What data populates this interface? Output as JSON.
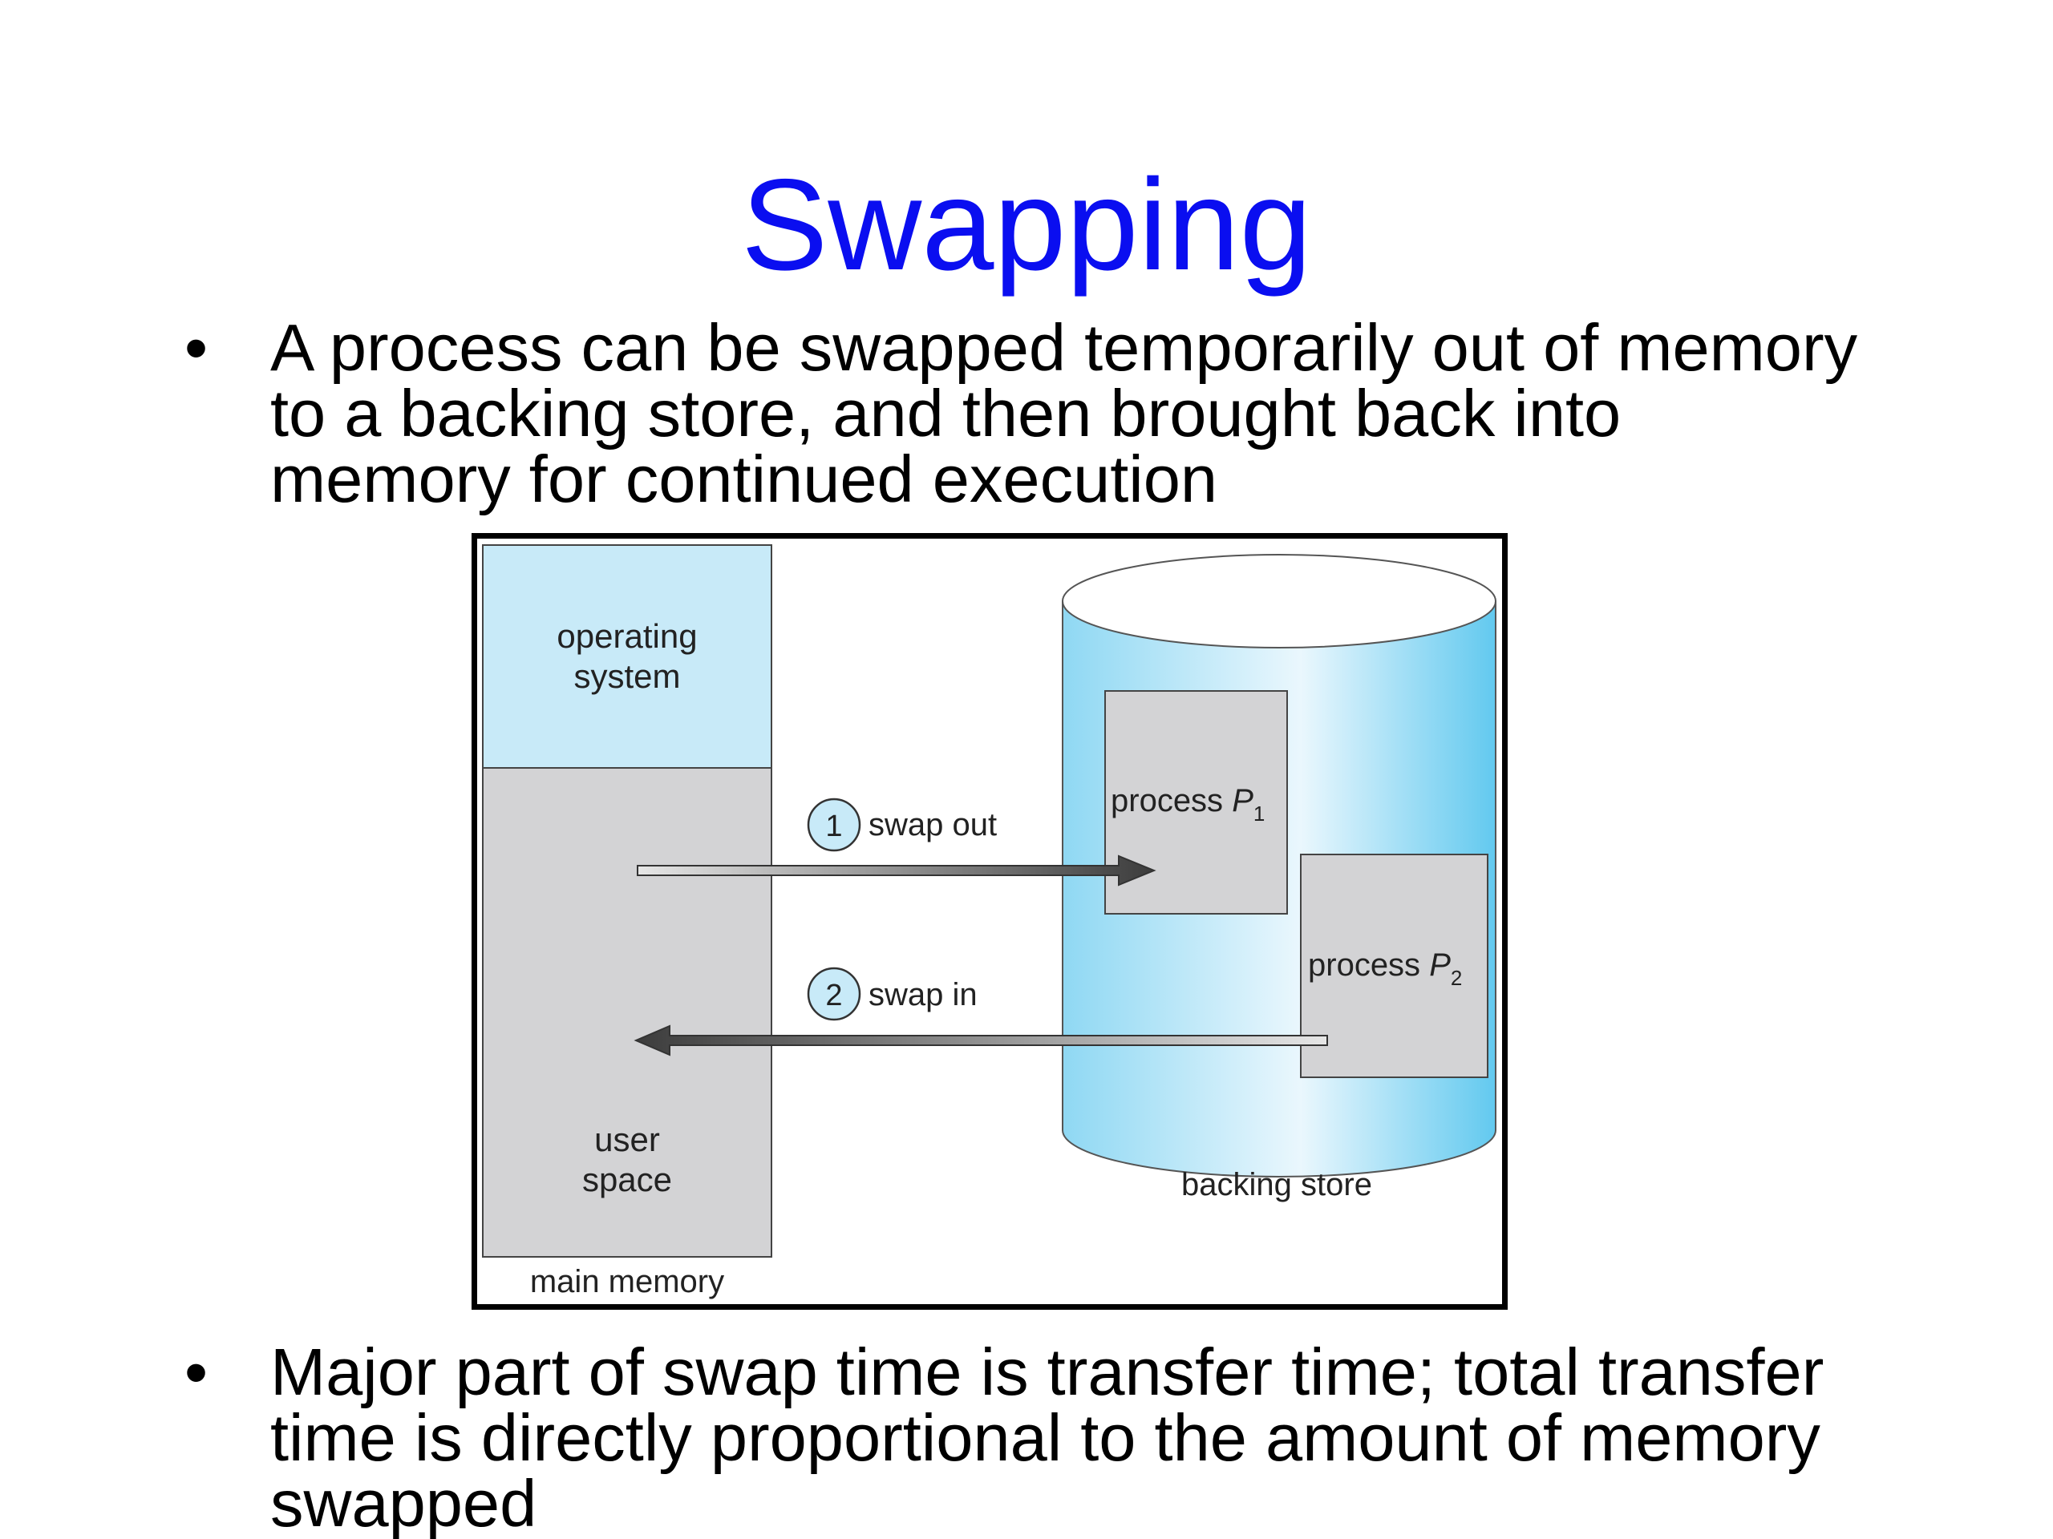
{
  "slide": {
    "title": "Swapping",
    "bullets": [
      {
        "symbol": "•",
        "text": "A process can be swapped temporarily out of memory to a backing store, and then brought back into memory for continued execution"
      },
      {
        "symbol": "•",
        "text": "Major part of swap time is transfer time; total transfer time is directly proportional to the amount of memory swapped"
      }
    ]
  },
  "diagram": {
    "main_memory": {
      "label": "main memory",
      "os_label_line1": "operating",
      "os_label_line2": "system",
      "user_label_line1": "user",
      "user_label_line2": "space"
    },
    "backing_store": {
      "label": "backing store",
      "process1": {
        "name": "process",
        "symbol": "P",
        "subscript": "1"
      },
      "process2": {
        "name": "process",
        "symbol": "P",
        "subscript": "2"
      }
    },
    "swap_out": {
      "step": "1",
      "label": "swap out"
    },
    "swap_in": {
      "step": "2",
      "label": "swap in"
    },
    "colors": {
      "os_region": "#c8eaf8",
      "user_region": "#d3d3d5",
      "cylinder_edge": "#7fd3f2",
      "cylinder_center": "#eaf7fd",
      "process_box": "#d3d3d5",
      "step_circle": "#c8eaf8",
      "title": "#0a0ef0"
    }
  }
}
